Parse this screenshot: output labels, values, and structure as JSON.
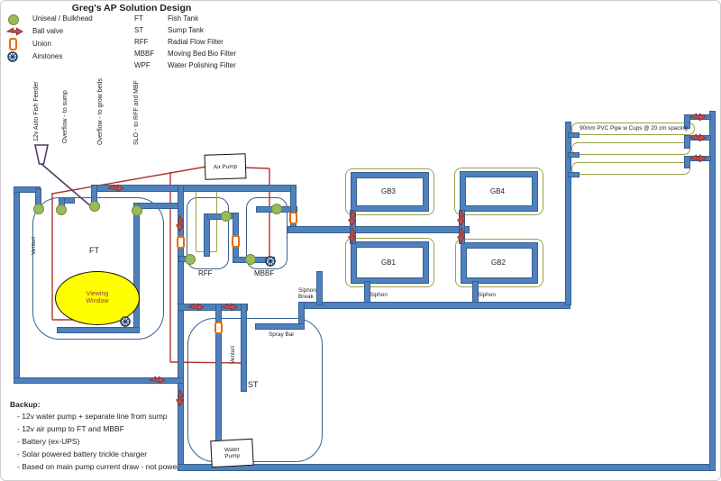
{
  "title": "Greg's AP Solution Design",
  "legend": {
    "items": [
      {
        "icon": "uniseal-icon",
        "label": "Uniseal / Bulkhead"
      },
      {
        "icon": "ball-valve-icon",
        "label": "Ball valve"
      },
      {
        "icon": "union-icon",
        "label": "Union"
      },
      {
        "icon": "airstone-icon",
        "label": "Airstones"
      }
    ],
    "abbreviations": [
      {
        "key": "FT",
        "label": "Fish Tank"
      },
      {
        "key": "ST",
        "label": "Sump Tank"
      },
      {
        "key": "RFF",
        "label": "Radial Flow Filter"
      },
      {
        "key": "MBBF",
        "label": "Moving Bed Bio Filter"
      },
      {
        "key": "WPF",
        "label": "Water Polishing Filter"
      }
    ]
  },
  "rotated_labels": {
    "feeder": "12v Auto Fish Feeder",
    "overflow_sump": "Overflow - to sump",
    "overflow_growbeds": "Overflow - to grow beds",
    "slo": "SLO - to RFF and MBF"
  },
  "tanks": {
    "ft": "FT",
    "st": "ST",
    "rff": "RFF",
    "mbbf": "MBBF",
    "gb1": "GB1",
    "gb2": "GB2",
    "gb3": "GB3",
    "gb4": "GB4",
    "viewing_window": "Viewing Window"
  },
  "labels": {
    "air_pump": "Air Pump",
    "water_pump": "Water Pump",
    "spray_bar": "Spray Bar",
    "siphon_gb1": "Siphon",
    "siphon_gb2": "Siphon",
    "siphon_break_line1": "Siphon",
    "siphon_break_line2": "Break",
    "venturi_ft": "Venturi",
    "venturi_st": "Venturi",
    "nft_pipe": "90mm PVC Pipe w Cups @ 20 cm spacing"
  },
  "backup": {
    "heading": "Backup:",
    "items": [
      "- 12v water pump + separate line from sump",
      "- 12v air pump to FT and MBBF",
      "- Battery (ex-UPS)",
      "- Solar powered battery trickle charger",
      "- Based on main pump current draw - not power"
    ]
  },
  "colors": {
    "pipe_blue": "#4f81bd",
    "tank_outline_blue": "#376092",
    "olive_green": "#97a24b",
    "uniseal_green": "#9bbb59",
    "valve_red": "#c0504d",
    "union_orange": "#e36c0a",
    "airline_red": "#b03632",
    "feeder_purple": "#4f3a67",
    "viewing_window_yellow": "#ffff00",
    "airstone_blue": "#17375e"
  }
}
